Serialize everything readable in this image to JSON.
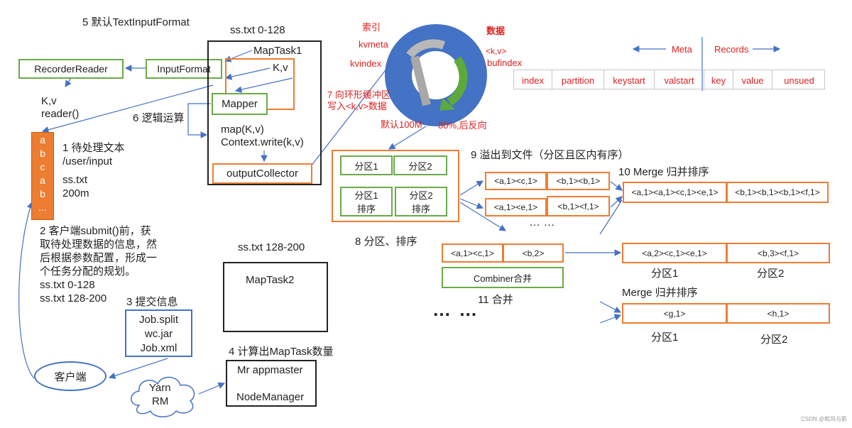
{
  "title_default_format": "5 默认TextInputFormat",
  "file_1_label": "ss.txt 0-128",
  "file_2_label": "ss.txt 128-200",
  "record_reader": "RecorderReader",
  "input_format": "InputFormat",
  "maptask1": "MapTask1",
  "kv": "K,v",
  "mapper": "Mapper",
  "map_call": "map(K,v)",
  "context_write": "Context.write(k,v)",
  "output_collector": "outputCollector",
  "reader_kv": "K,v",
  "reader_call": "reader()",
  "logic_label": "6 逻辑运算",
  "stack_chars": [
    "a",
    "b",
    "c",
    "a",
    "b",
    "..."
  ],
  "pending_text_line1": "1 待处理文本",
  "pending_text_line2": "/user/input",
  "pending_file_line1": "ss.txt",
  "pending_file_line2": "200m",
  "client_submit_lines": [
    "2 客户端submit()前，获",
    "取待处理数据的信息，然",
    "后根据参数配置，形成一",
    "个任务分配的规划。"
  ],
  "split_line1": "ss.txt  0-128",
  "split_line2": "ss.txt  128-200",
  "submit_info": "3 提交信息",
  "job_files": [
    "Job.split",
    "wc.jar",
    "Job.xml"
  ],
  "client": "客户端",
  "yarn_line1": "Yarn",
  "yarn_line2": "RM",
  "calc_maptask": "4 计算出MapTask数量",
  "mr_appmaster": "Mr appmaster",
  "node_manager": "NodeManager",
  "maptask2": "MapTask2",
  "ring_index": "索引",
  "ring_data": "数据",
  "ring_kvmeta": "kvmeta",
  "ring_kvindex": "kvindex",
  "ring_kv_right": "<k,v>",
  "ring_bufindex": "bufindex",
  "ring_write_line1": "7 向环形缓冲区",
  "ring_write_line2": "写入<k,v>数据",
  "ring_default": "默认100M",
  "ring_reverse": "80%,后反向",
  "meta_label": "Meta",
  "records_label": "Records",
  "buffer_fields": [
    "index",
    "partition",
    "keystart",
    "valstart",
    "key",
    "value",
    "unsued"
  ],
  "partition_1": "分区1",
  "partition_2": "分区2",
  "partition_1_sort_l1": "分区1",
  "partition_1_sort_l2": "排序",
  "partition_2_sort_l1": "分区2",
  "partition_2_sort_l2": "排序",
  "partition_sort_label": "8 分区、排序",
  "spill_label": "9 溢出到文件（分区且区内有序）",
  "spill1_a": "<a,1><c,1>",
  "spill1_b": "<b,1><b,1>",
  "spill2_a": "<a,1><e,1>",
  "spill2_b": "<b,1><f,1>",
  "ellipsis_small": "… …",
  "merge_label_1": "10 Merge 归并排序",
  "merged_a": "<a,1><a,1><c,1><e,1>",
  "merged_b": "<b,1><b,1><b,1><f,1>",
  "combine_in_a": "<a,1><c,1>",
  "combine_in_b": "<b,2>",
  "combiner": "Combiner合并",
  "combine_label": "11 合并",
  "dots_big": "… …",
  "combined_a": "<a,2><c,1><e,1>",
  "combined_b": "<b,3><f,1>",
  "result_p1": "分区1",
  "result_p2": "分区2",
  "merge_label_2": "Merge 归并排序",
  "final_a": "<g,1>",
  "final_b": "<h,1>",
  "final_p1": "分区1",
  "final_p2": "分区2",
  "watermark": "CSDN @和风与影",
  "colors": {
    "green": "#6aaa48",
    "orange": "#ed7d31",
    "blue": "#4472c4",
    "red": "#e02020",
    "ring": "#4472c4"
  }
}
